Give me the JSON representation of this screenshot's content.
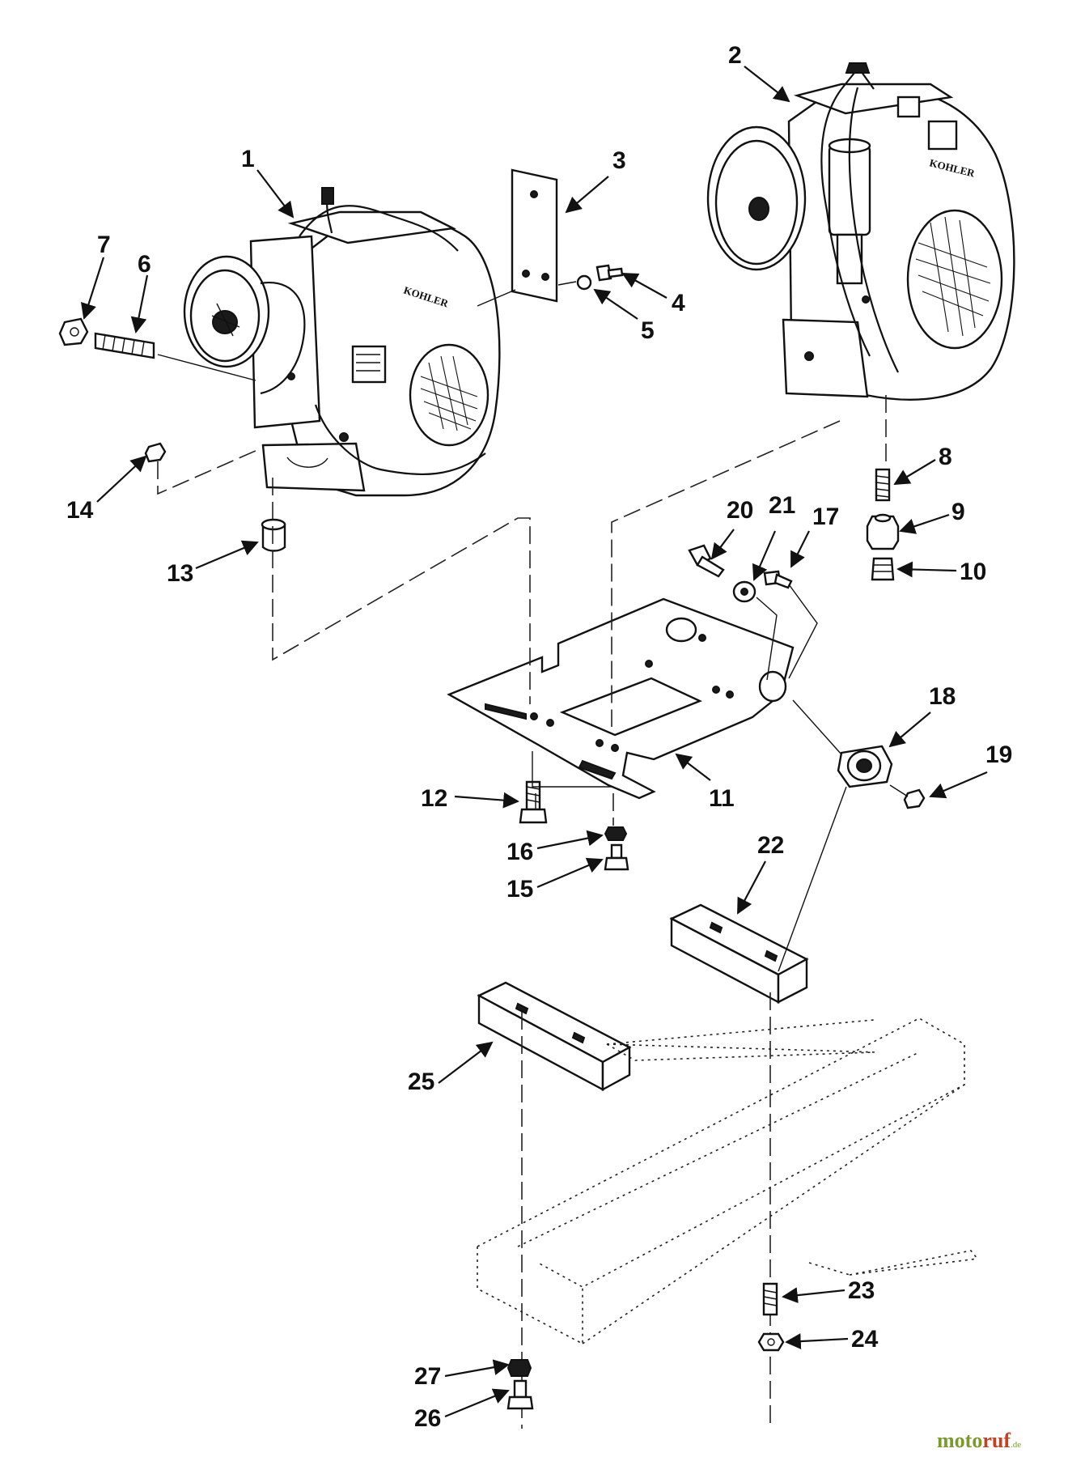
{
  "engine_left": {
    "callout": "1",
    "brand": "KOHLER"
  },
  "engine_right": {
    "callout": "2",
    "brand": "KOHLER"
  },
  "callouts": {
    "p3": "3",
    "p4": "4",
    "p5": "5",
    "p6": "6",
    "p7": "7",
    "p8": "8",
    "p9": "9",
    "p10": "10",
    "p11": "11",
    "p12": "12",
    "p13": "13",
    "p14": "14",
    "p15": "15",
    "p16": "16",
    "p17": "17",
    "p18": "18",
    "p19": "19",
    "p20": "20",
    "p21": "21",
    "p22": "22",
    "p23": "23",
    "p24": "24",
    "p25": "25",
    "p26": "26",
    "p27": "27"
  },
  "watermark": {
    "part1": "moto",
    "part2": "ruf",
    "suffix": ".de"
  }
}
